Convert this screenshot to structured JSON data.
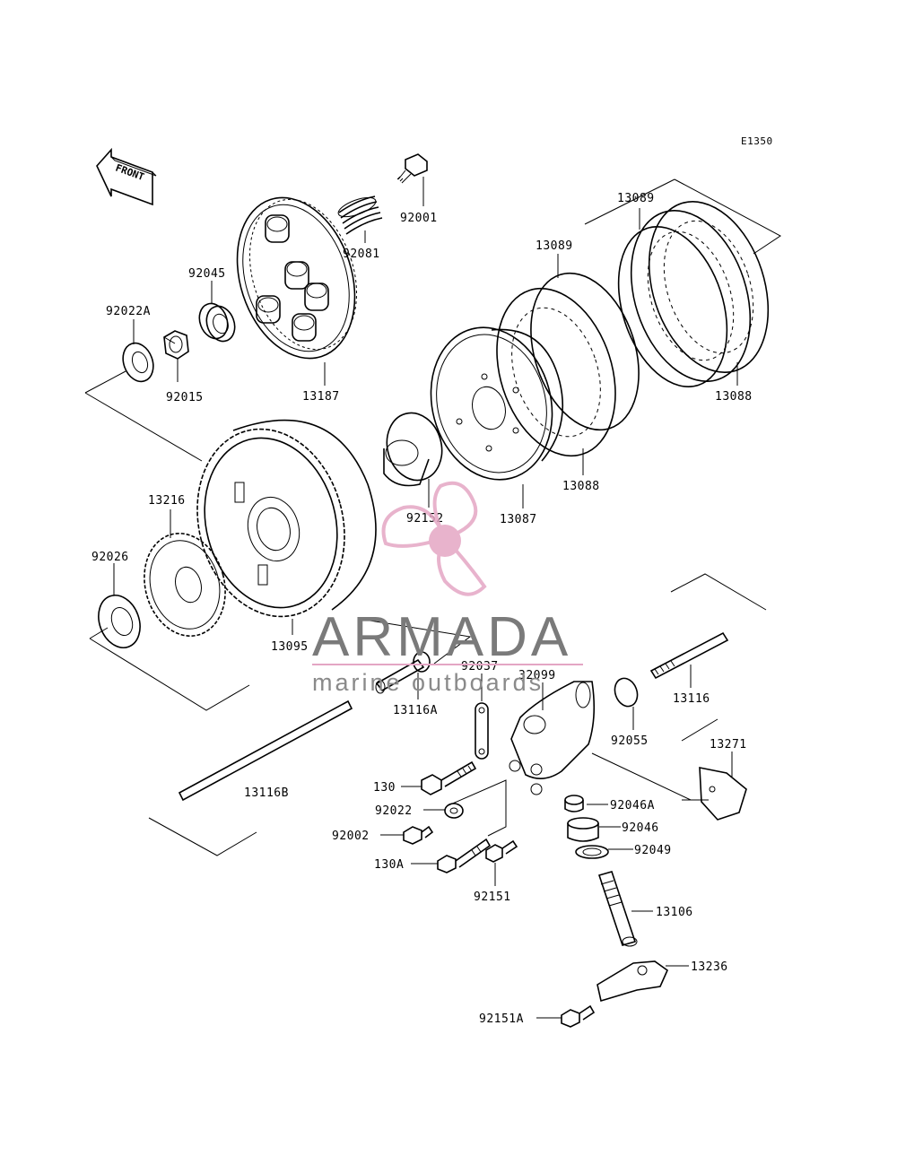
{
  "diagram_code": "E1350",
  "front_arrow_label": "FRONT",
  "watermark": {
    "title": "ARMADA",
    "subtitle": "marine outboards",
    "logo_color": "#e4a6c4"
  },
  "parts": {
    "p92001": "92001",
    "p92081": "92081",
    "p92045": "92045",
    "p92022A": "92022A",
    "p92015": "92015",
    "p13187": "13187",
    "p13089a": "13089",
    "p13089b": "13089",
    "p13088a": "13088",
    "p13088b": "13088",
    "p13087": "13087",
    "p92152": "92152",
    "p13216": "13216",
    "p92026": "92026",
    "p13095": "13095",
    "p13116A": "13116A",
    "p92037": "92037",
    "p32099": "32099",
    "p92055": "92055",
    "p13116": "13116",
    "p13271": "13271",
    "p130": "130",
    "p92022": "92022",
    "p92002": "92002",
    "p130A": "130A",
    "p92151": "92151",
    "p13116B": "13116B",
    "p92046A": "92046A",
    "p92046": "92046",
    "p92049": "92049",
    "p13106": "13106",
    "p13236": "13236",
    "p92151A": "92151A"
  }
}
